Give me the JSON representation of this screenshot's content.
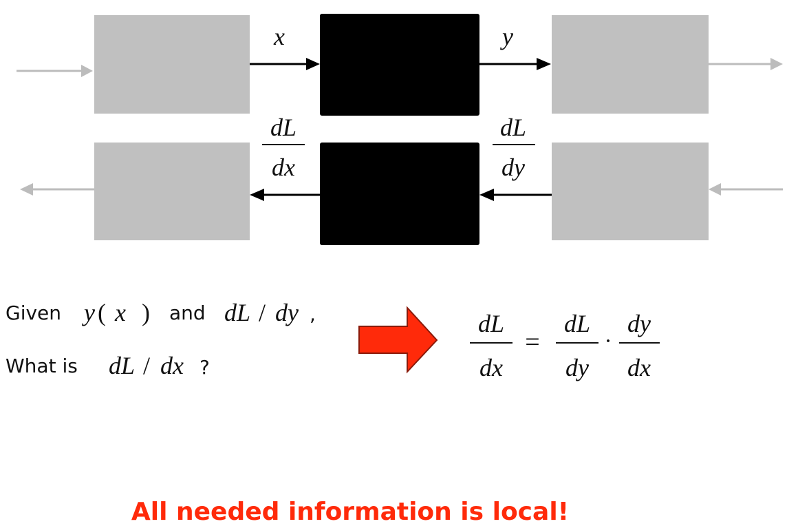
{
  "forward": {
    "input_label": "x",
    "output_label": "y"
  },
  "backward": {
    "input_grad": {
      "num": "dL",
      "den": "dy"
    },
    "output_grad": {
      "num": "dL",
      "den": "dx"
    }
  },
  "question": {
    "given_word": "Given",
    "func": {
      "y": "y",
      "lparen": "(",
      "x": "x",
      "rparen": ")"
    },
    "and_word": "and",
    "given_grad": {
      "num": "dL",
      "slash": "/",
      "den": "dy",
      "suffix": ","
    },
    "what_word": "What is",
    "target_grad": {
      "num": "dL",
      "slash": "/",
      "den": "dx",
      "suffix": "?"
    }
  },
  "formula": {
    "lhs": {
      "num": "dL",
      "den": "dx"
    },
    "equals": "=",
    "rhs1": {
      "num": "dL",
      "den": "dy"
    },
    "dot": "·",
    "rhs2": {
      "num": "dy",
      "den": "dx"
    }
  },
  "conclusion": "All needed information is local!",
  "colors": {
    "context_box": "#c0c0c0",
    "module_box": "#000000",
    "grey_arrow": "#bcbcbc",
    "black_arrow": "#000000",
    "red_arrow": "#ff2a0a",
    "red_text": "#ff2a0a"
  }
}
